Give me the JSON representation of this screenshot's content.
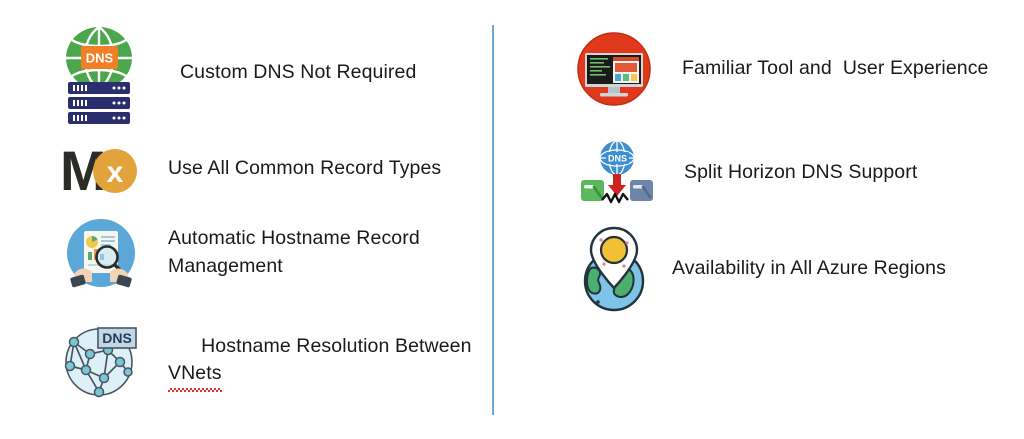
{
  "slide": {
    "background_color": "#ffffff",
    "divider_color": "#6FA8DC",
    "text_color": "#1a1a1a"
  },
  "columns": [
    {
      "name": "left-column",
      "features": [
        {
          "icon": "dns-server-icon",
          "icon_badge_text": "DNS",
          "label": "Custom DNS Not Required",
          "misspelled_word": ""
        },
        {
          "icon": "mx-record-icon",
          "icon_badge_text": "M",
          "label": "Use All Common Record Types",
          "misspelled_word": ""
        },
        {
          "icon": "automatic-hostname-icon",
          "icon_badge_text": "",
          "label": "Automatic Hostname Record Management",
          "misspelled_word": ""
        },
        {
          "icon": "network-dns-icon",
          "icon_badge_text": "DNS",
          "label_line1": "Hostname Resolution Between ",
          "label": "Hostname Resolution Between VNets",
          "misspelled_word": "VNets"
        }
      ]
    },
    {
      "name": "right-column",
      "features": [
        {
          "icon": "monitor-icon",
          "icon_badge_text": "",
          "label": "Familiar Tool and  User Experience",
          "misspelled_word": ""
        },
        {
          "icon": "split-horizon-icon",
          "icon_badge_text": "DNS",
          "label": "Split Horizon DNS Support",
          "misspelled_word": ""
        },
        {
          "icon": "globe-pin-icon",
          "icon_badge_text": "",
          "label": "Availability in All Azure Regions",
          "misspelled_word": ""
        }
      ]
    }
  ],
  "colors": {
    "globe_green": "#4CA64C",
    "dns_badge_orange": "#F07F28",
    "server_navy": "#2B2E6E",
    "mx_dark": "#2B2B28",
    "mx_orange": "#E3A33C",
    "circle_blue": "#5BA8D8",
    "network_light_blue": "#D8EEF5",
    "network_node": "#79C6D4",
    "monitor_red": "#E0391B",
    "split_green": "#5CB85C",
    "split_bluegray": "#6C85A8",
    "arrow_red": "#CC2222",
    "globe_blue": "#7FC4E8",
    "pin_yellow": "#F2C033",
    "spell_underline": "#e03030"
  }
}
